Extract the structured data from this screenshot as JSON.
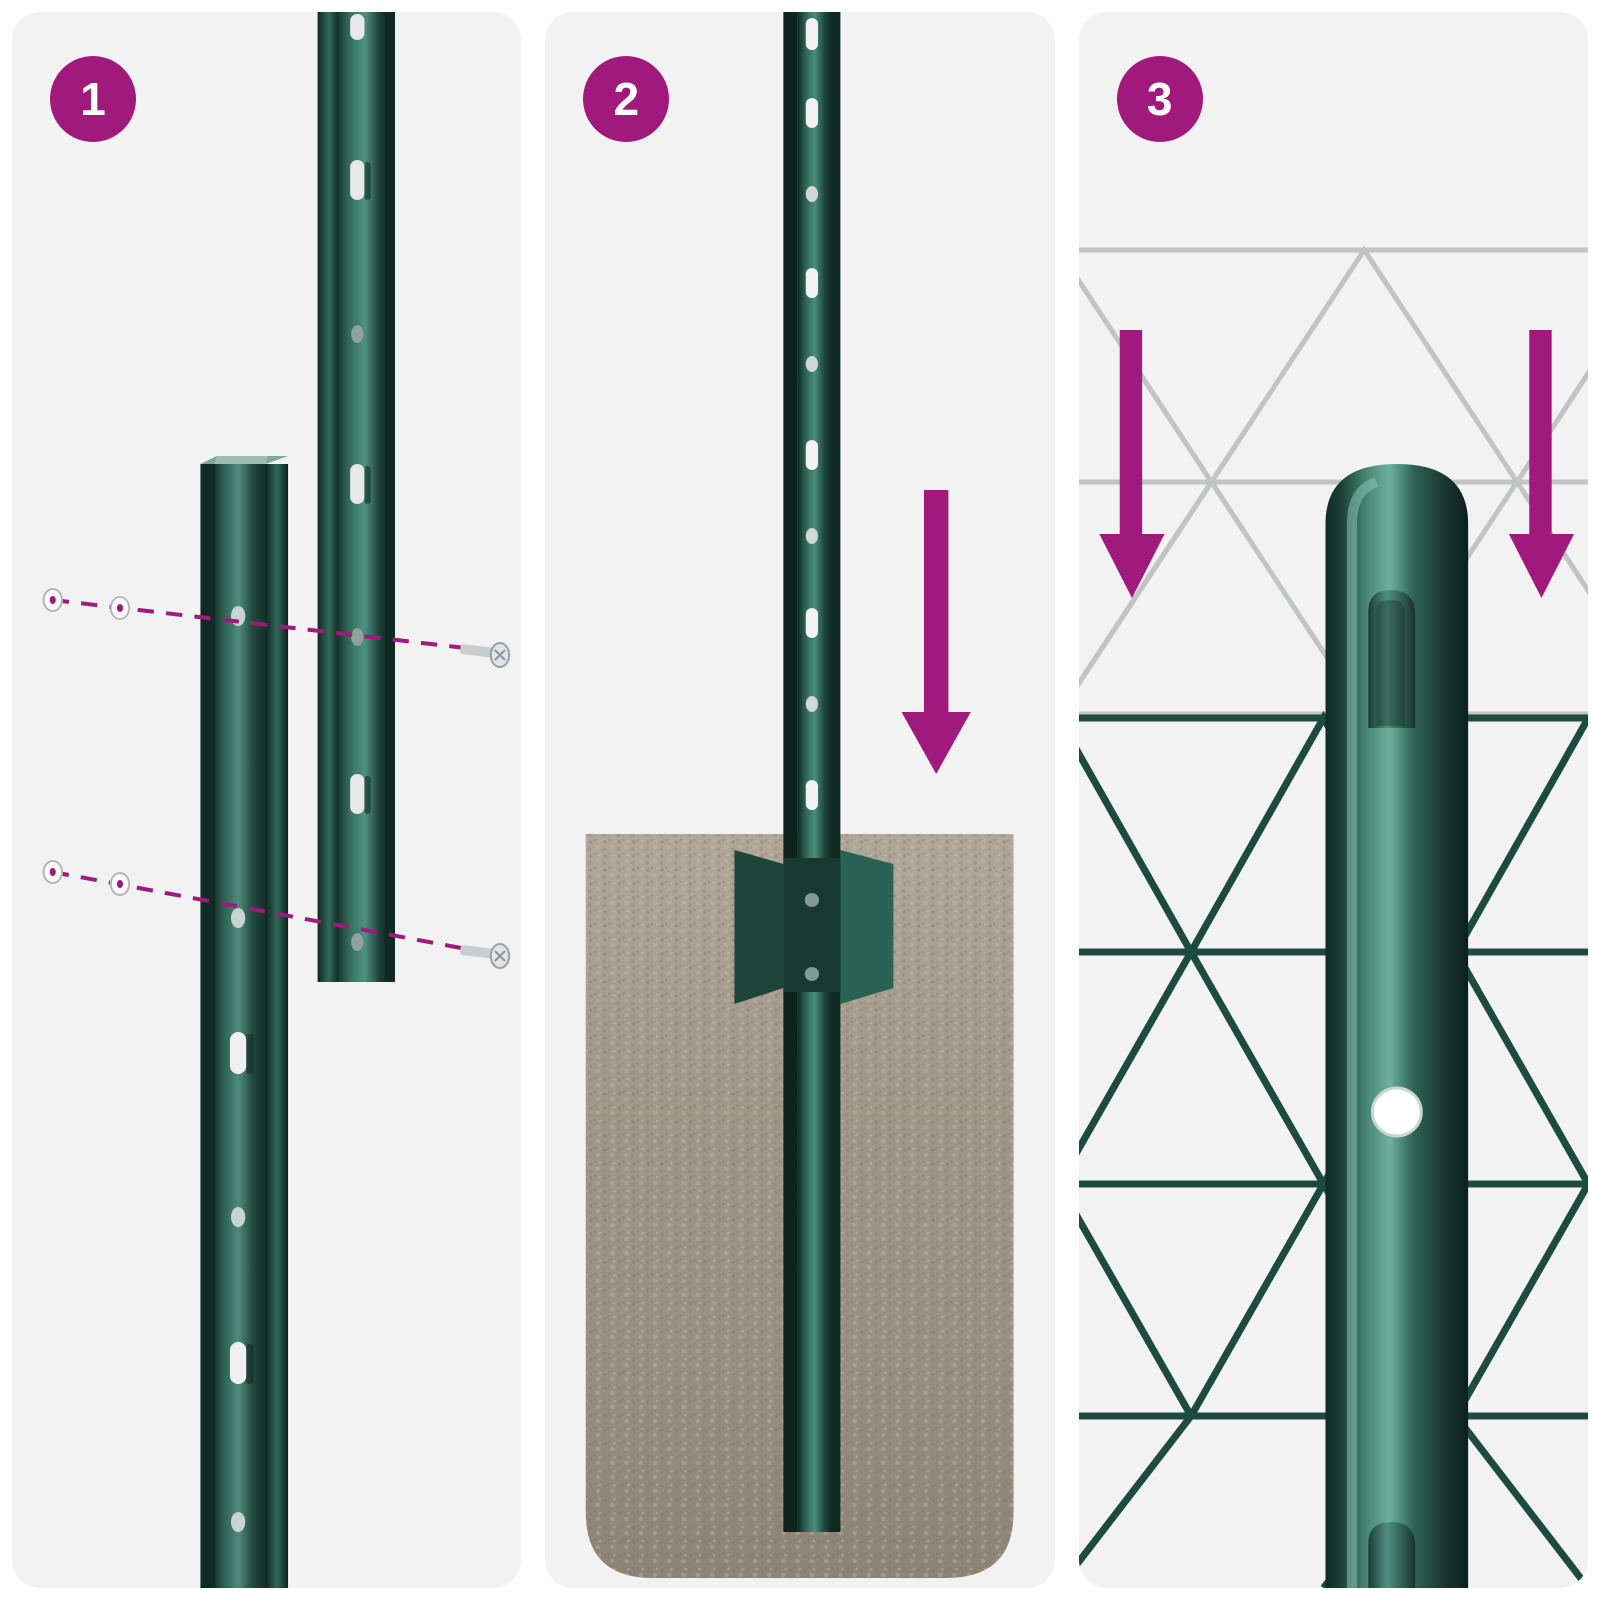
{
  "diagram": {
    "title": "Fence post installation steps",
    "panel_count": 3,
    "accent_color": "#a01a7d",
    "panel_background": "#f2f2f2",
    "post_color": "#1e4a40",
    "ground_color": "#a49a8e"
  },
  "panels": [
    {
      "number": "1",
      "name": "attach-posts-with-screws",
      "badge_label": "1",
      "elements": {
        "front_post": "green-u-profile-fence-post",
        "rear_post": "second-green-u-profile-fence-post",
        "fasteners": "two-screws-with-washers",
        "guides": "dashed-magenta-alignment-lines",
        "guide_count": 2
      }
    },
    {
      "number": "2",
      "name": "drive-post-into-ground",
      "badge_label": "2",
      "elements": {
        "post": "green-u-profile-fence-post",
        "ground": "gravel-soil-cross-section",
        "anchor_plate": "post-anchor-footplate",
        "arrow": "magenta-down-arrow",
        "arrow_direction": "down"
      }
    },
    {
      "number": "3",
      "name": "attach-wire-mesh",
      "badge_label": "3",
      "elements": {
        "post": "green-round-fence-post",
        "mesh_front": "green-diamond-wire-mesh",
        "mesh_back": "grey-wire-mesh-background",
        "clip": "mesh-retaining-clip",
        "hole": "post-mounting-hole",
        "arrows": "two-magenta-down-arrows",
        "arrow_count": 2
      }
    }
  ]
}
